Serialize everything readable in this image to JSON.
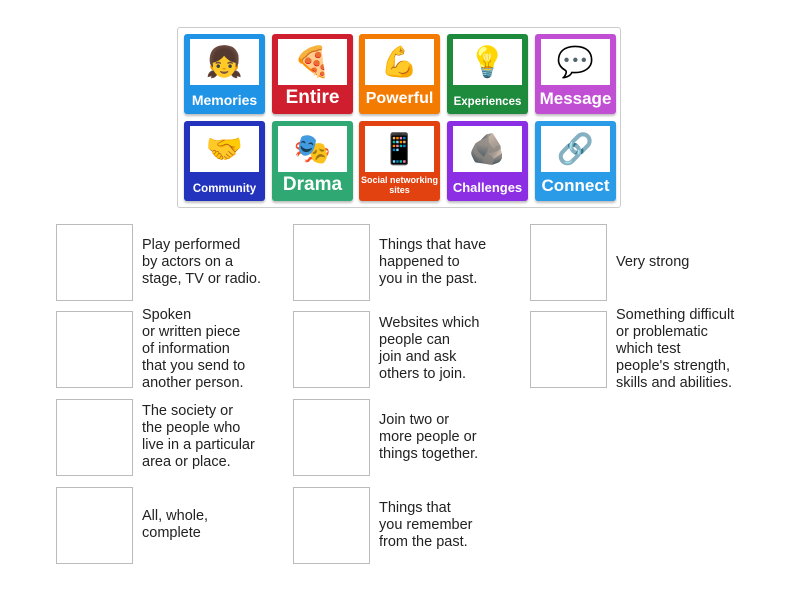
{
  "tiles": [
    {
      "label": "Memories",
      "color": "#1f93e6",
      "icon": "children-photo",
      "glyph": "👧"
    },
    {
      "label": "Entire",
      "color": "#cf1f2e",
      "icon": "pizza-image",
      "glyph": "🍕"
    },
    {
      "label": "Powerful",
      "color": "#f47b02",
      "icon": "flexed-arm-image",
      "glyph": "💪"
    },
    {
      "label": "Experiences",
      "color": "#1d8a3c",
      "icon": "lightbulb-words-image",
      "glyph": "💡"
    },
    {
      "label": "Message",
      "color": "#c14fd3",
      "icon": "message-bubble-icon",
      "glyph": "💬"
    },
    {
      "label": "Community",
      "color": "#2333bd",
      "icon": "hands-circle-photo",
      "glyph": "🤝"
    },
    {
      "label": "Drama",
      "color": "#2fa874",
      "icon": "theatre-masks-image",
      "glyph": "🎭"
    },
    {
      "label": "Social networking sites",
      "color": "#e1420f",
      "icon": "social-media-logos-image",
      "glyph": "📱"
    },
    {
      "label": "Challenges",
      "color": "#8c2ee3",
      "icon": "boulder-push-image",
      "glyph": "🪨"
    },
    {
      "label": "Connect",
      "color": "#2a9be6",
      "icon": "link-icon",
      "glyph": "🔗"
    }
  ],
  "definitions": [
    "Play performed\nby actors on a\nstage, TV or radio.",
    "Spoken\nor written piece\nof information\nthat you send to\nanother person.",
    "The society or\nthe people who\nlive in a particular\narea or place.",
    "All, whole,\ncomplete",
    "Things that have\nhappened to\nyou in the past.",
    "Websites which\npeople can\njoin and ask\nothers to join.",
    "Join two or\nmore people or\nthings together.",
    "Things that\nyou remember\nfrom the past.",
    "Very strong",
    "Something difficult\nor problematic\nwhich test\npeople's strength,\nskills and abilities."
  ]
}
